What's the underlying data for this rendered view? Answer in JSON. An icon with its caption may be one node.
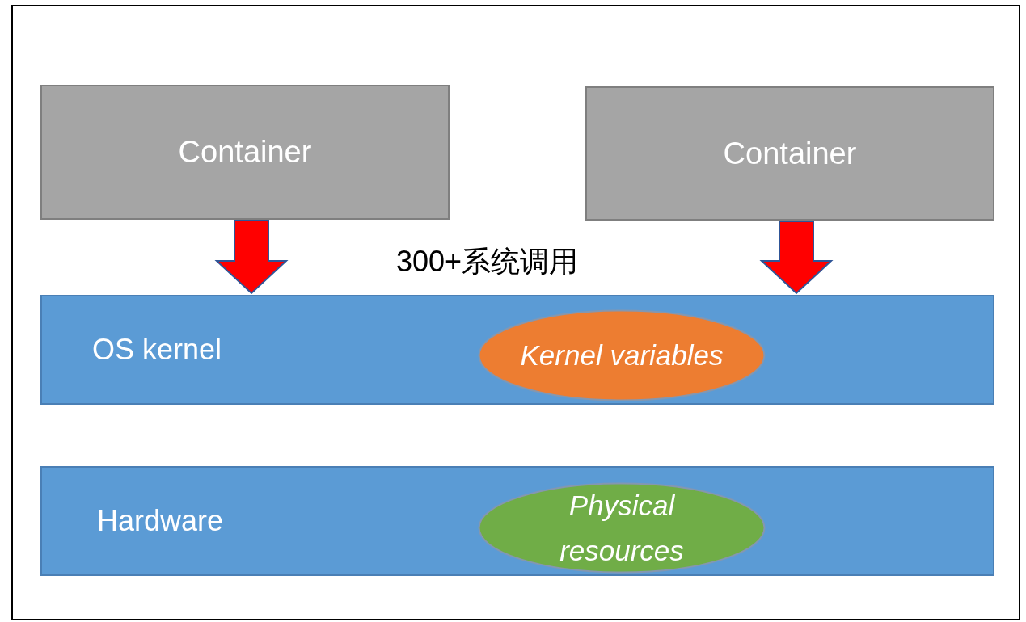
{
  "diagram": {
    "nodes": [
      {
        "text": [
          "Container"
        ]
      },
      {
        "text": [
          "Container"
        ]
      },
      {
        "text": [
          "OS kernel"
        ]
      },
      {
        "text": [
          "Kernel variables"
        ],
        "in": 2
      },
      {
        "text": [
          "Hardware"
        ]
      },
      {
        "text": [
          "Physical resources"
        ],
        "in": 4
      }
    ],
    "edges": [
      {
        "from": 0,
        "to": 2,
        "arrow": "to"
      },
      {
        "from": 1,
        "to": 2,
        "arrow": "to"
      }
    ],
    "labels": [
      "300+系统调用"
    ]
  }
}
